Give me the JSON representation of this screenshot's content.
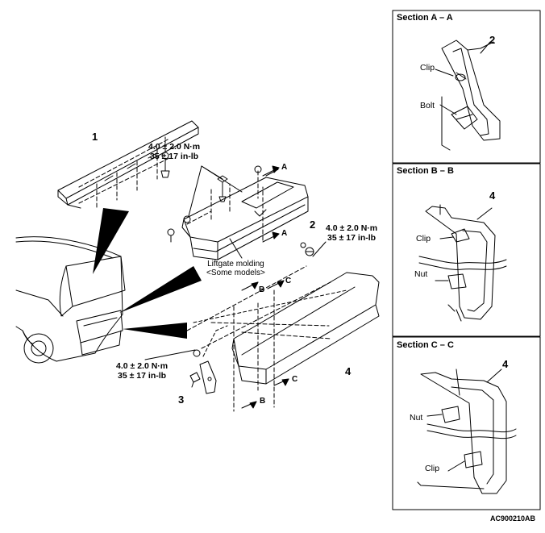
{
  "parts": {
    "p1": "1",
    "p2": "2",
    "p3": "3",
    "p4": "4"
  },
  "torque": {
    "t1_line1": "4.0 ± 2.0 N·m",
    "t1_line2": "35 ± 17 in-lb",
    "t2_line1": "4.0 ± 2.0 N·m",
    "t2_line2": "35 ± 17 in-lb",
    "t3_line1": "4.0 ± 2.0 N·m",
    "t3_line2": "35 ± 17 in-lb"
  },
  "molding_note": {
    "line1": "Liftgate molding",
    "line2": "<Some models>"
  },
  "section_refs": {
    "A": "A",
    "B": "B",
    "C": "C"
  },
  "sections": [
    {
      "title": "Section A – A",
      "part_number": "2",
      "callouts": [
        "Clip",
        "Bolt"
      ]
    },
    {
      "title": "Section B – B",
      "part_number": "4",
      "callouts": [
        "Clip",
        "Nut"
      ]
    },
    {
      "title": "Section C – C",
      "part_number": "4",
      "callouts": [
        "Nut",
        "Clip"
      ]
    }
  ],
  "figure_code": "AC900210AB"
}
